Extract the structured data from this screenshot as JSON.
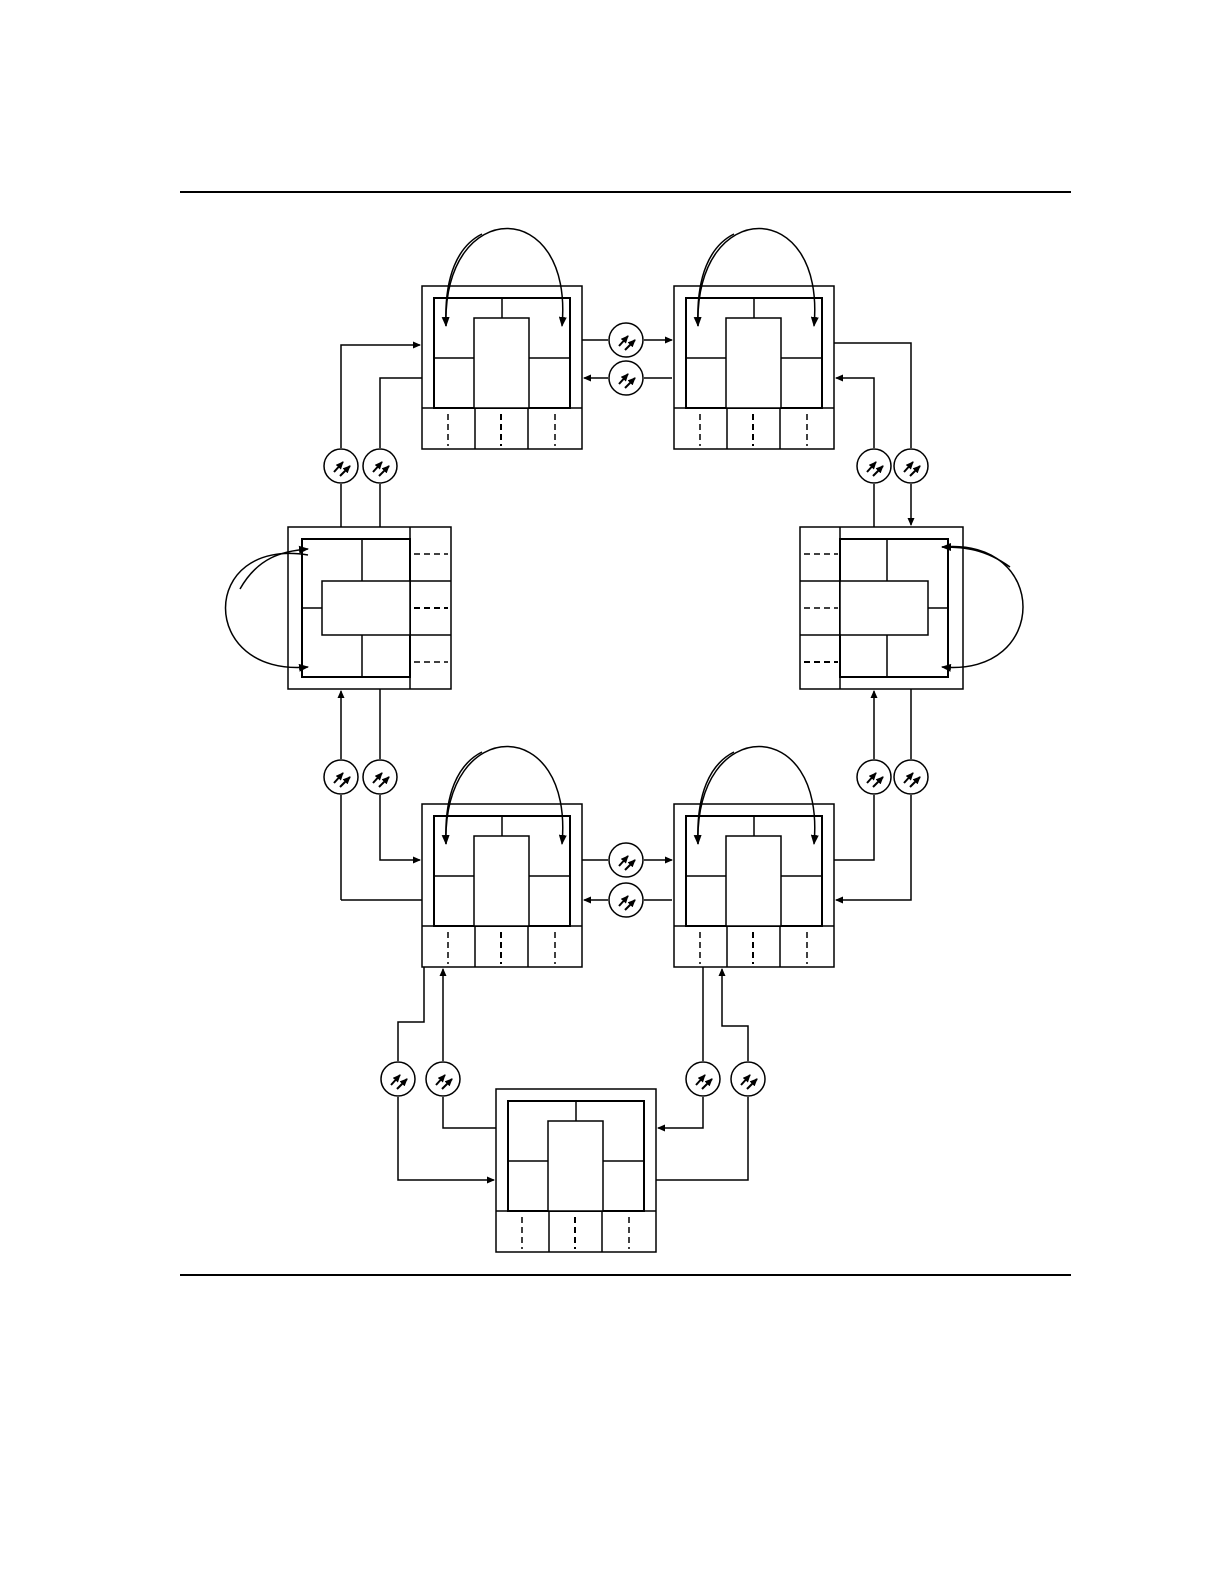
{
  "figure": {
    "description_visible_text": "",
    "colors": {
      "stroke": "#000000",
      "background": "#ffffff"
    }
  },
  "nodes": [
    {
      "id": "node-top-left",
      "orientation": "bottom-ports"
    },
    {
      "id": "node-top-right",
      "orientation": "bottom-ports"
    },
    {
      "id": "node-middle-left",
      "orientation": "right-ports"
    },
    {
      "id": "node-middle-right",
      "orientation": "left-ports"
    },
    {
      "id": "node-lower-left",
      "orientation": "bottom-ports"
    },
    {
      "id": "node-lower-right",
      "orientation": "bottom-ports"
    },
    {
      "id": "node-bottom",
      "orientation": "bottom-ports"
    }
  ],
  "amplifiers": [
    {
      "id": "amp-top-a",
      "icon": "optical-amplifier-icon"
    },
    {
      "id": "amp-top-b",
      "icon": "optical-amplifier-icon"
    },
    {
      "id": "amp-left-upper-a",
      "icon": "optical-amplifier-icon"
    },
    {
      "id": "amp-left-upper-b",
      "icon": "optical-amplifier-icon"
    },
    {
      "id": "amp-right-upper-a",
      "icon": "optical-amplifier-icon"
    },
    {
      "id": "amp-right-upper-b",
      "icon": "optical-amplifier-icon"
    },
    {
      "id": "amp-left-lower-a",
      "icon": "optical-amplifier-icon"
    },
    {
      "id": "amp-left-lower-b",
      "icon": "optical-amplifier-icon"
    },
    {
      "id": "amp-right-lower-a",
      "icon": "optical-amplifier-icon"
    },
    {
      "id": "amp-right-lower-b",
      "icon": "optical-amplifier-icon"
    },
    {
      "id": "amp-mid-a",
      "icon": "optical-amplifier-icon"
    },
    {
      "id": "amp-mid-b",
      "icon": "optical-amplifier-icon"
    },
    {
      "id": "amp-bottom-left-a",
      "icon": "optical-amplifier-icon"
    },
    {
      "id": "amp-bottom-left-b",
      "icon": "optical-amplifier-icon"
    },
    {
      "id": "amp-bottom-right-a",
      "icon": "optical-amplifier-icon"
    },
    {
      "id": "amp-bottom-right-b",
      "icon": "optical-amplifier-icon"
    }
  ]
}
